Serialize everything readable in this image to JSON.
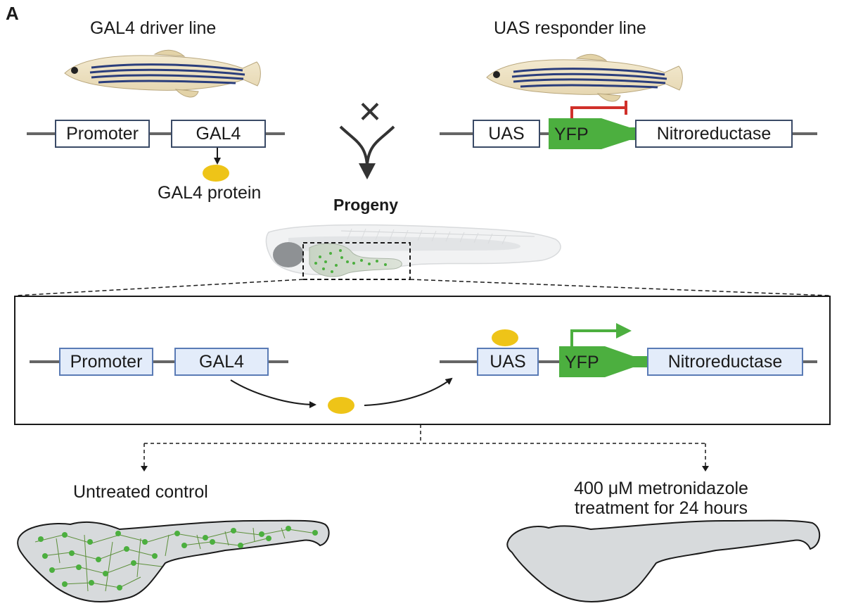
{
  "panel_label": "A",
  "driver_line": {
    "title": "GAL4 driver line",
    "promoter": "Promoter",
    "gal4": "GAL4",
    "protein_label": "GAL4 protein"
  },
  "responder_line": {
    "title": "UAS responder line",
    "uas": "UAS",
    "yfp": "YFP",
    "nitroreductase": "Nitroreductase"
  },
  "cross_symbol": "×",
  "progeny_label": "Progeny",
  "activated": {
    "promoter": "Promoter",
    "gal4": "GAL4",
    "uas": "UAS",
    "yfp": "YFP",
    "nitroreductase": "Nitroreductase"
  },
  "outcomes": {
    "control_label": "Untreated control",
    "treatment_line1": "400 μM metronidazole",
    "treatment_line2": "treatment for 24 hours"
  },
  "colors": {
    "yfp_green": "#4caf3f",
    "gal4_yellow": "#eec418",
    "repression_red": "#d0302a",
    "activation_green": "#4caf3f",
    "box_fill_active": "#e3ecfa",
    "liver_gray": "#d7dadc"
  },
  "icons": [
    "zebrafish-adult-icon",
    "zebrafish-larva-icon",
    "liver-icon",
    "gal4-protein-icon"
  ]
}
